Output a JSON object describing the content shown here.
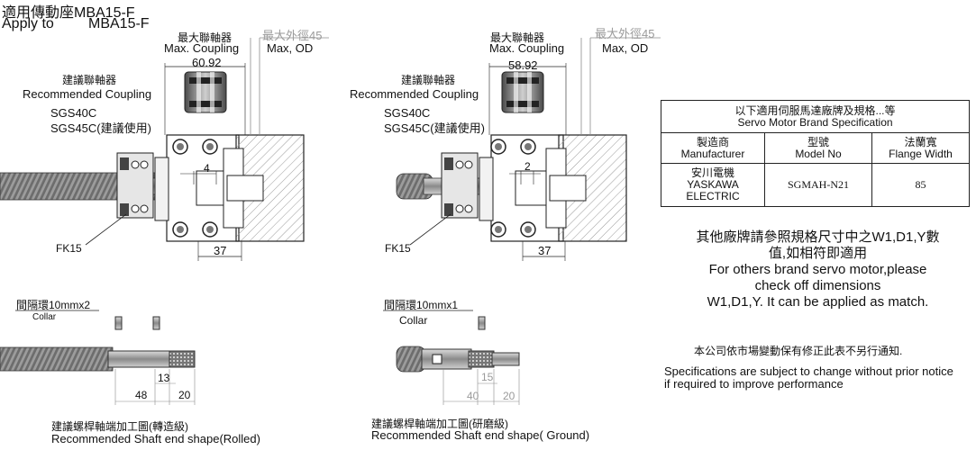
{
  "header": {
    "title_zh": "適用傳動座MBA15-F",
    "title_en_label": "Apply to",
    "title_en_model": "MBA15-F"
  },
  "left_view": {
    "coupling_max_zh": "最大聯軸器",
    "coupling_max_en": "Max. Coupling",
    "coupling_width": "60.92",
    "od_max_zh": "最大外徑45",
    "od_max_en": "Max, OD",
    "recommended_zh": "建議聯軸器",
    "recommended_en": "Recommended Coupling",
    "coupling_model_1": "SGS40C",
    "coupling_model_2": "SGS45C(建議使用)",
    "gap_dim": "4",
    "depth_dim": "37",
    "bearing_label": "FK15"
  },
  "right_view": {
    "coupling_max_zh": "最大聯軸器",
    "coupling_max_en": "Max. Coupling",
    "coupling_width": "58.92",
    "od_max_zh": "最大外徑45",
    "od_max_en": "Max, OD",
    "recommended_zh": "建議聯軸器",
    "recommended_en": "Recommended Coupling",
    "coupling_model_1": "SGS40C",
    "coupling_model_2": "SGS45C(建議使用)",
    "gap_dim": "2",
    "depth_dim": "37",
    "bearing_label": "FK15"
  },
  "rolled_shaft": {
    "collar_zh": "間隔環10mmx2",
    "collar_en": "Collar",
    "dim_13": "13",
    "dim_48": "48",
    "dim_20": "20",
    "caption_zh": "建議螺桿軸端加工圖(轉造級)",
    "caption_en": "Recommended Shaft end shape(Rolled)"
  },
  "ground_shaft": {
    "collar_zh": "間隔環10mmx1",
    "collar_en": "Collar",
    "dim_15": "15",
    "dim_40": "40",
    "dim_20": "20",
    "caption_zh": "建議螺桿軸端加工圖(研磨級)",
    "caption_en": "Recommended Shaft end shape( Ground)"
  },
  "spec_table": {
    "title_zh": "以下適用伺服馬達廠牌及規格...等",
    "title_en": "Servo Motor Brand Specification",
    "headers": [
      {
        "zh": "製造商",
        "en": "Manufacturer"
      },
      {
        "zh": "型號",
        "en": "Model No"
      },
      {
        "zh": "法蘭寬",
        "en": "Flange Width"
      }
    ],
    "row": {
      "maker_zh": "安川電機",
      "maker_en_1": "YASKAWA",
      "maker_en_2": "ELECTRIC",
      "model": "SGMAH-N21",
      "flange": "85"
    }
  },
  "notes": {
    "other_zh_1": "其他廠牌請參照規格尺寸中之W1,D1,Y數",
    "other_zh_2": "值,如相符即適用",
    "other_en_1": "For others brand servo motor,please",
    "other_en_2": "check off dimensions",
    "other_en_3": "W1,D1,Y. It can be applied as match.",
    "notice_zh": "本公司依市場變動保有修正此表不另行通知.",
    "notice_en_1": "Specifications are subject to change without prior notice",
    "notice_en_2": "if required to improve performance"
  },
  "colors": {
    "line": "#222222",
    "dim_grey": "#8c8c8c",
    "metal_dark": "#555555",
    "metal_light": "#b8b8b8",
    "hatch": "#9a9a9a"
  }
}
